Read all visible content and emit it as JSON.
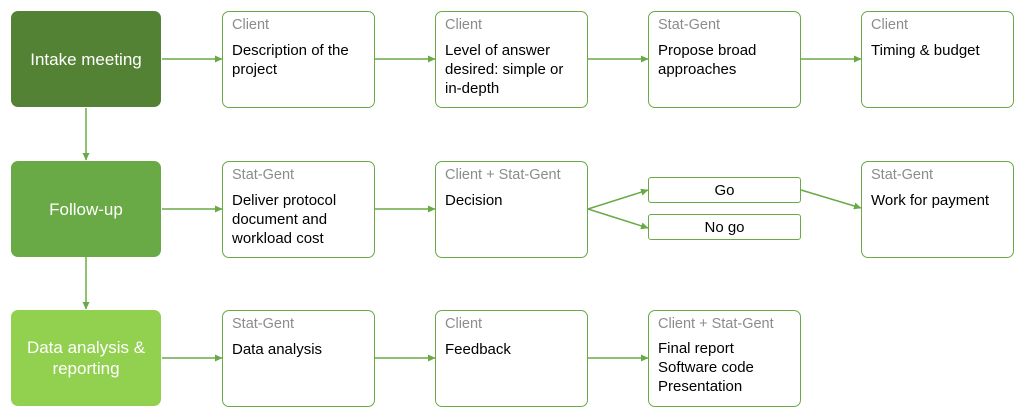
{
  "colors": {
    "phase_1": "#548235",
    "phase_2": "#6aaa46",
    "phase_3": "#92d050",
    "box_border": "#6aaa46",
    "arrow": "#6aaa46",
    "role_text": "#8c8c8c"
  },
  "phases": [
    {
      "label": "Intake meeting"
    },
    {
      "label": "Follow-up"
    },
    {
      "label": "Data analysis & reporting"
    }
  ],
  "rows": [
    {
      "steps": [
        {
          "role": "Client",
          "text": "Description of the project"
        },
        {
          "role": "Client",
          "text": "Level of answer desired: simple or in-depth"
        },
        {
          "role": "Stat-Gent",
          "text": "Propose broad approaches"
        },
        {
          "role": "Client",
          "text": "Timing & budget"
        }
      ]
    },
    {
      "steps": [
        {
          "role": "Stat-Gent",
          "text": "Deliver protocol document and workload cost"
        },
        {
          "role": "Client + Stat-Gent",
          "text": "Decision"
        }
      ],
      "options": [
        {
          "label": "Go"
        },
        {
          "label": "No go"
        }
      ],
      "outcome": {
        "role": "Stat-Gent",
        "text": "Work for payment"
      }
    },
    {
      "steps": [
        {
          "role": "Stat-Gent",
          "text": "Data analysis"
        },
        {
          "role": "Client",
          "text": "Feedback"
        },
        {
          "role": "Client + Stat-Gent",
          "text": "Final report\nSoftware code\nPresentation"
        }
      ]
    }
  ]
}
